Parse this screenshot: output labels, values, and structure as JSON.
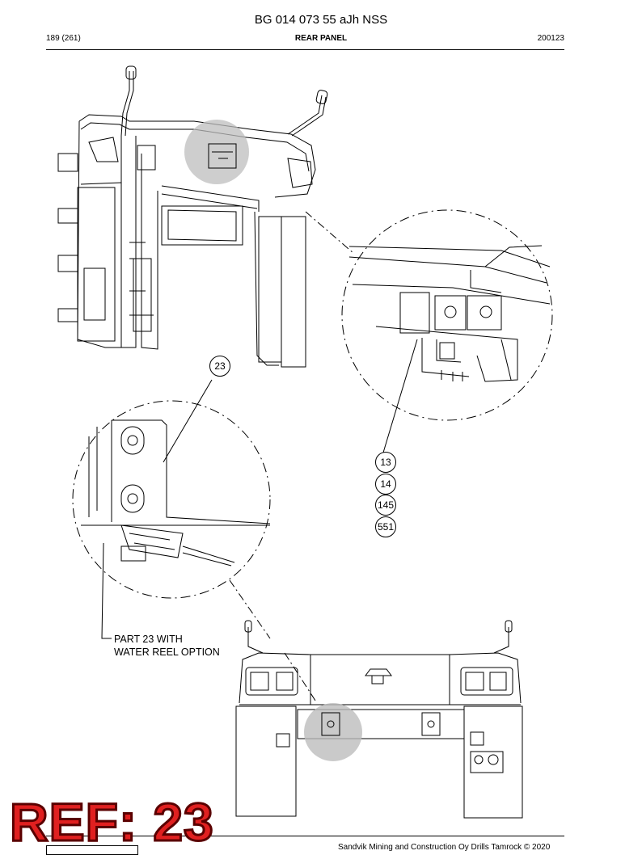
{
  "header": {
    "doc_title": "BG 014 073 55 aJh NSS",
    "page_number": "189 (261)",
    "section_title": "REAR PANEL",
    "date_code": "200123"
  },
  "callouts": [
    {
      "label": "23"
    },
    {
      "label": "13"
    },
    {
      "label": "14"
    },
    {
      "label": "145"
    },
    {
      "label": "551"
    }
  ],
  "note": {
    "line1": "PART 23 WITH",
    "line2": "WATER REEL OPTION"
  },
  "ref_stamp": "REF: 23",
  "footer": {
    "copyright": "Sandvik Mining and Construction Oy Drills Tamrock © 2020"
  },
  "colors": {
    "ref_stamp": "#e02020",
    "highlight": "#bdbdbd"
  }
}
